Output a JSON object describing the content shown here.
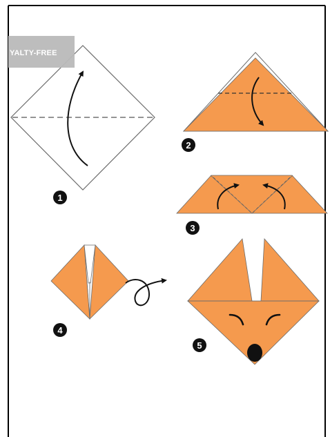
{
  "watermark": {
    "banner_text": "YALTY-FREE"
  },
  "steps": [
    {
      "number": "1"
    },
    {
      "number": "2"
    },
    {
      "number": "3"
    },
    {
      "number": "4"
    },
    {
      "number": "5"
    }
  ],
  "colors": {
    "paper": "#F59A4E",
    "outline": "#6b6b6b",
    "ink": "#111111",
    "frame": "#000000",
    "banner": "#b9b9b9",
    "banner_text": "#ffffff"
  }
}
